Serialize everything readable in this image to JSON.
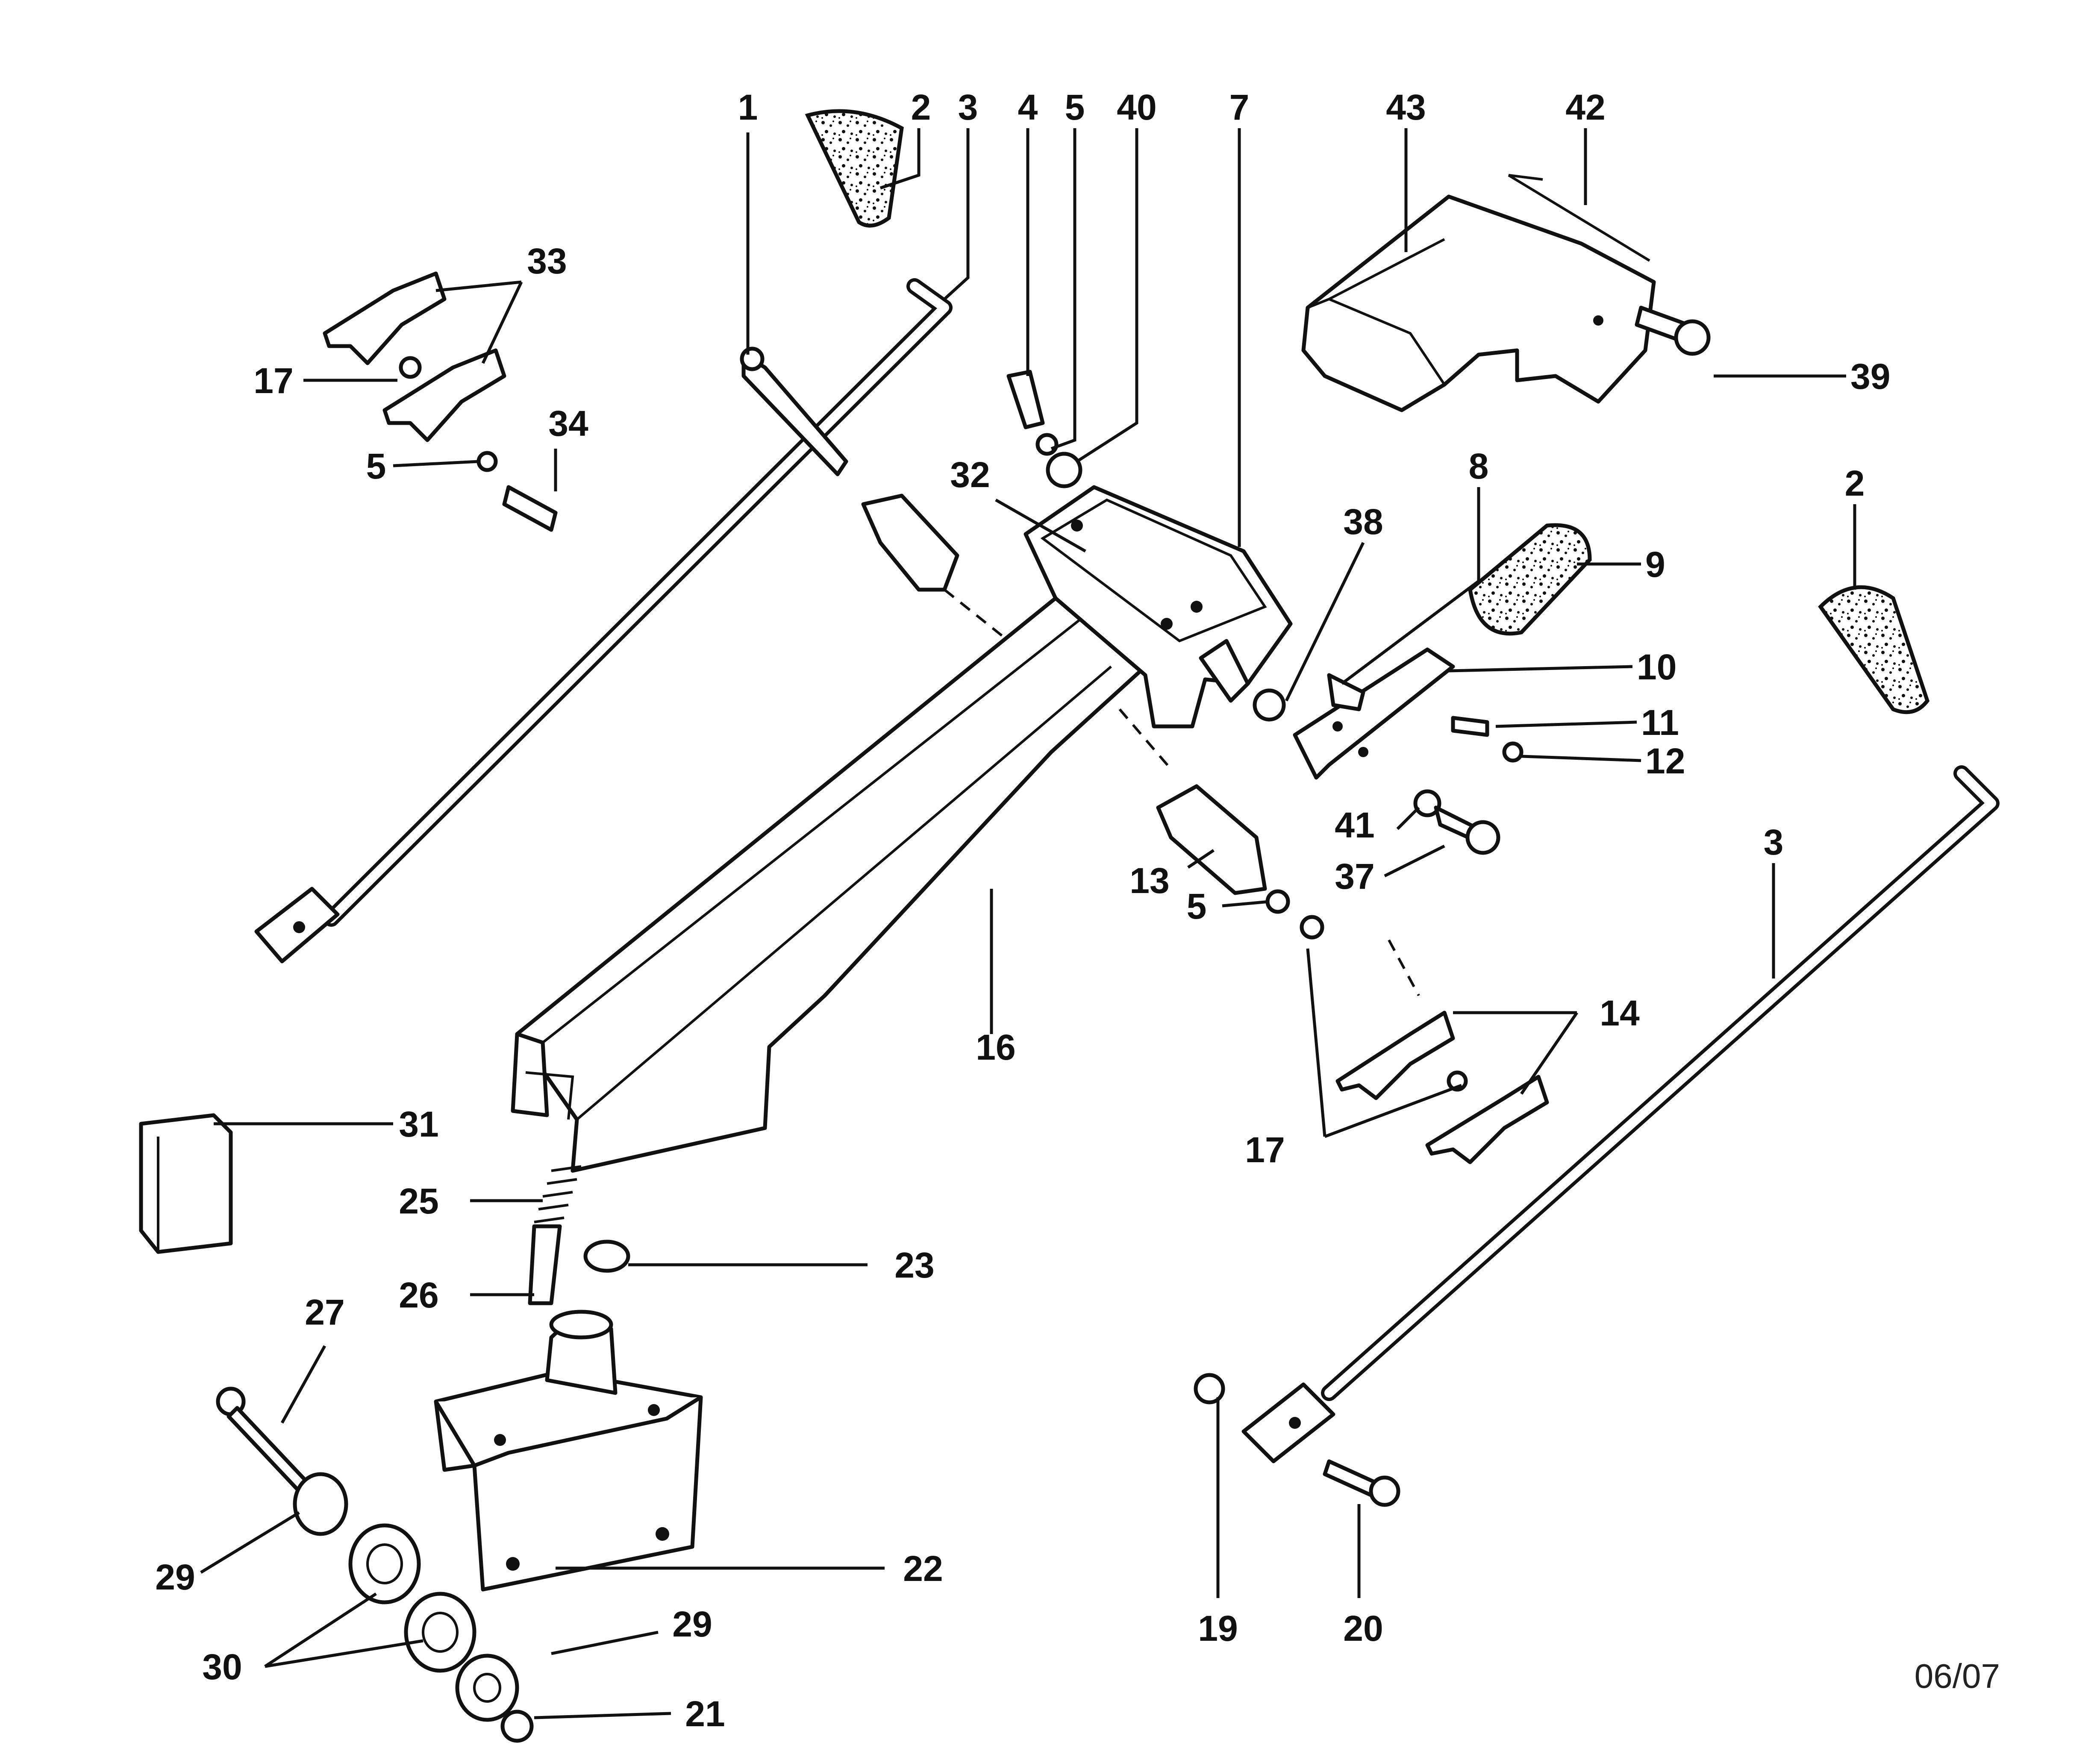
{
  "callouts": [
    {
      "id": "c1",
      "text": "1"
    },
    {
      "id": "c2a",
      "text": "2"
    },
    {
      "id": "c3a",
      "text": "3"
    },
    {
      "id": "c4",
      "text": "4"
    },
    {
      "id": "c5a",
      "text": "5"
    },
    {
      "id": "c40",
      "text": "40"
    },
    {
      "id": "c7",
      "text": "7"
    },
    {
      "id": "c43",
      "text": "43"
    },
    {
      "id": "c42",
      "text": "42"
    },
    {
      "id": "c33",
      "text": "33"
    },
    {
      "id": "c17a",
      "text": "17"
    },
    {
      "id": "c5b",
      "text": "5"
    },
    {
      "id": "c34",
      "text": "34"
    },
    {
      "id": "c39",
      "text": "39"
    },
    {
      "id": "c32",
      "text": "32"
    },
    {
      "id": "c38",
      "text": "38"
    },
    {
      "id": "c8",
      "text": "8"
    },
    {
      "id": "c9",
      "text": "9"
    },
    {
      "id": "c2b",
      "text": "2"
    },
    {
      "id": "c10",
      "text": "10"
    },
    {
      "id": "c11",
      "text": "11"
    },
    {
      "id": "c12",
      "text": "12"
    },
    {
      "id": "c41",
      "text": "41"
    },
    {
      "id": "c37",
      "text": "37"
    },
    {
      "id": "c3b",
      "text": "3"
    },
    {
      "id": "c13",
      "text": "13"
    },
    {
      "id": "c5c",
      "text": "5"
    },
    {
      "id": "c14",
      "text": "14"
    },
    {
      "id": "c16",
      "text": "16"
    },
    {
      "id": "c17b",
      "text": "17"
    },
    {
      "id": "c31",
      "text": "31"
    },
    {
      "id": "c25",
      "text": "25"
    },
    {
      "id": "c23",
      "text": "23"
    },
    {
      "id": "c26",
      "text": "26"
    },
    {
      "id": "c27",
      "text": "27"
    },
    {
      "id": "c22",
      "text": "22"
    },
    {
      "id": "c29a",
      "text": "29"
    },
    {
      "id": "c30",
      "text": "30"
    },
    {
      "id": "c29b",
      "text": "29"
    },
    {
      "id": "c21",
      "text": "21"
    },
    {
      "id": "c19",
      "text": "19"
    },
    {
      "id": "c20",
      "text": "20"
    }
  ],
  "date_code": "06/07"
}
